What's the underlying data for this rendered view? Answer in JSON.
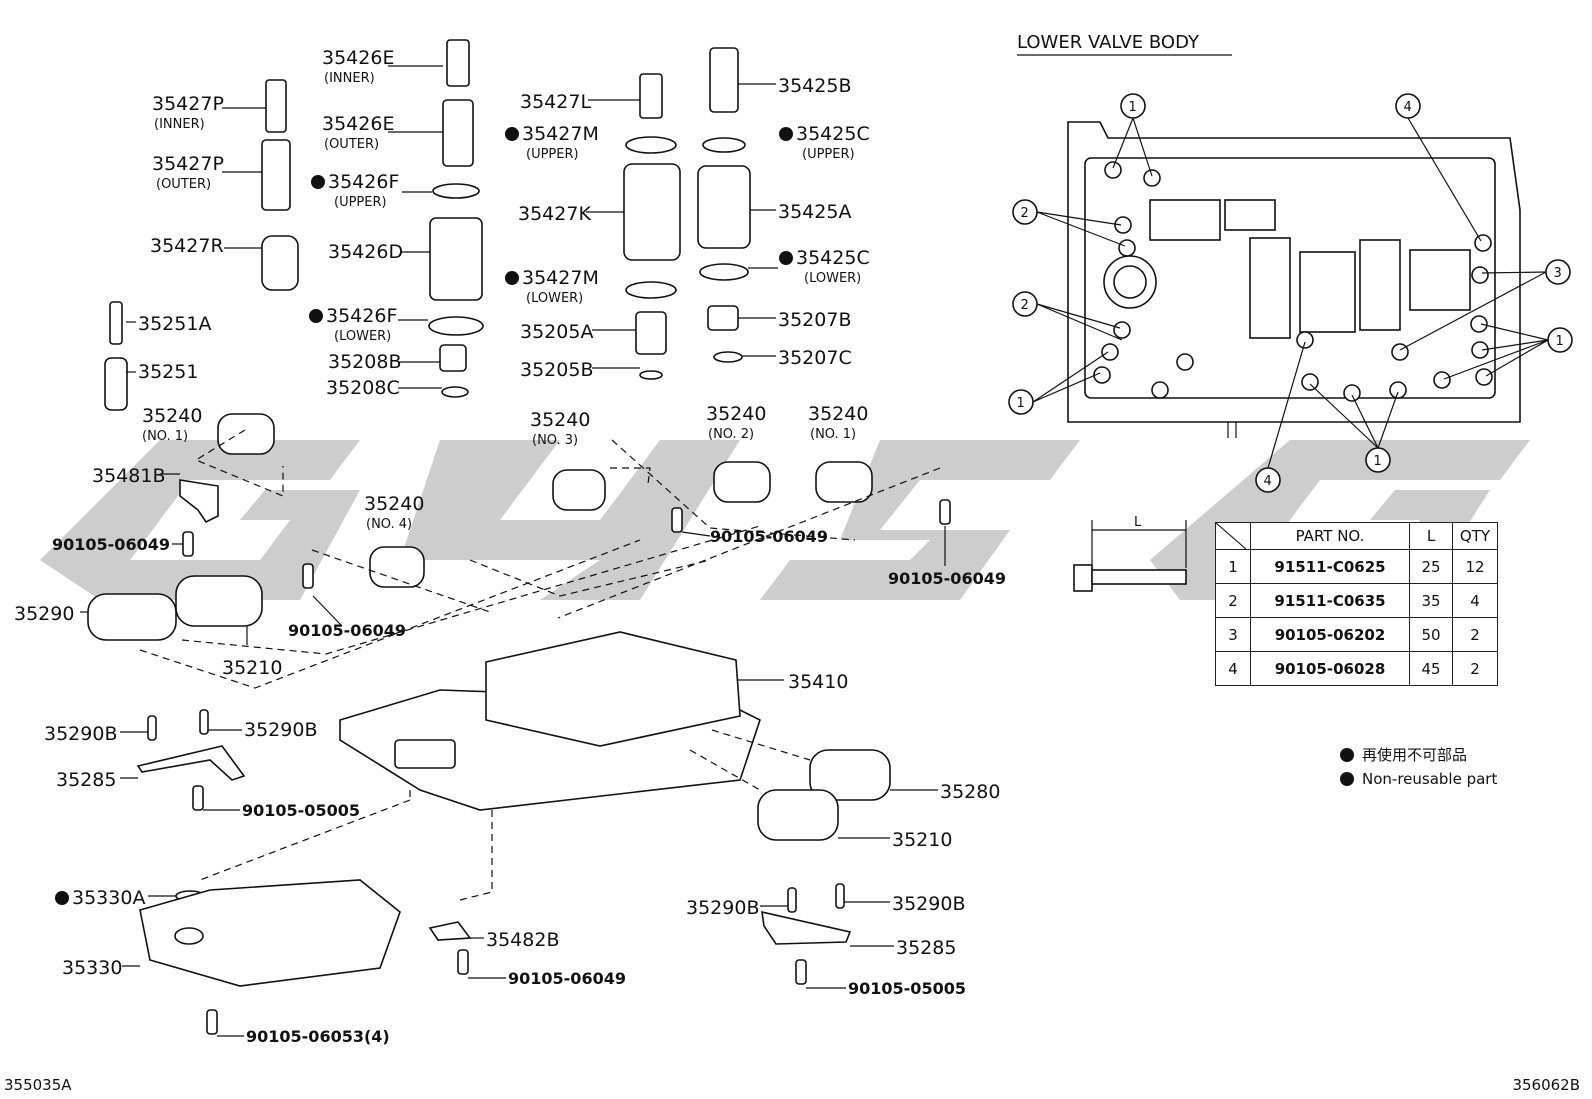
{
  "title": "LOWER VALVE BODY",
  "codes": {
    "left": "355035A",
    "right": "356062B"
  },
  "legend": {
    "jp": "再使用不可部品",
    "en": "Non-reusable part"
  },
  "table": {
    "headers": [
      "PART NO.",
      "L",
      "QTY"
    ],
    "rows": [
      [
        "1",
        "91511-C0625",
        "25",
        "12"
      ],
      [
        "2",
        "91511-C0635",
        "35",
        "4"
      ],
      [
        "3",
        "90105-06202",
        "50",
        "2"
      ],
      [
        "4",
        "90105-06028",
        "45",
        "2"
      ]
    ],
    "dim": "L"
  },
  "labels": {
    "l35426E_i": "35426E",
    "s_inner1": "(INNER)",
    "l35426E_o": "35426E",
    "s_outer1": "(OUTER)",
    "l35427P_i": "35427P",
    "s_inner2": "(INNER)",
    "l35427P_o": "35427P",
    "s_outer2": "(OUTER)",
    "l35426F_u": "35426F",
    "s_upper1": "(UPPER)",
    "l35427R": "35427R",
    "l35426D": "35426D",
    "l35426F_l": "35426F",
    "s_lower1": "(LOWER)",
    "l35251A": "35251A",
    "l35251": "35251",
    "l35208B": "35208B",
    "l35208C": "35208C",
    "l35427L": "35427L",
    "l35427M_u": "35427M",
    "s_upper2": "(UPPER)",
    "l35427K": "35427K",
    "l35427M_l": "35427M",
    "s_lower2": "(LOWER)",
    "l35205A": "35205A",
    "l35205B": "35205B",
    "l35425B": "35425B",
    "l35425C_u": "35425C",
    "s_upper3": "(UPPER)",
    "l35425A": "35425A",
    "l35425C_l": "35425C",
    "s_lower3": "(LOWER)",
    "l35207B": "35207B",
    "l35207C": "35207C",
    "l35240_a": "35240",
    "s_no1a": "(NO. 1)",
    "l35481B": "35481B",
    "l90105_06049_a": "90105-06049",
    "l35240_n4": "35240",
    "s_no4": "(NO. 4)",
    "l35290": "35290",
    "l35210_a": "35210",
    "l90105_06049_b": "90105-06049",
    "l35240_n3": "35240",
    "s_no3": "(NO. 3)",
    "l35240_n2": "35240",
    "s_no2": "(NO. 2)",
    "l35240_n1": "35240",
    "s_no1b": "(NO. 1)",
    "l90105_06049_c": "90105-06049",
    "l90105_06049_d": "90105-06049",
    "l35410": "35410",
    "l35290B_a": "35290B",
    "l35290B_b": "35290B",
    "l35285_a": "35285",
    "l90105_05005_a": "90105-05005",
    "l35280": "35280",
    "l35210_b": "35210",
    "l35330A": "35330A",
    "l35330": "35330",
    "l35482B": "35482B",
    "l90105_06049_e": "90105-06049",
    "l90105_06053": "90105-06053(4)",
    "l35290B_c": "35290B",
    "l35290B_d": "35290B",
    "l35285_b": "35285",
    "l90105_05005_b": "90105-05005",
    "c1a": "1",
    "c1b": "1",
    "c1c": "1",
    "c1d": "1",
    "c2a": "2",
    "c2b": "2",
    "c3": "3",
    "c4a": "4",
    "c4b": "4"
  }
}
